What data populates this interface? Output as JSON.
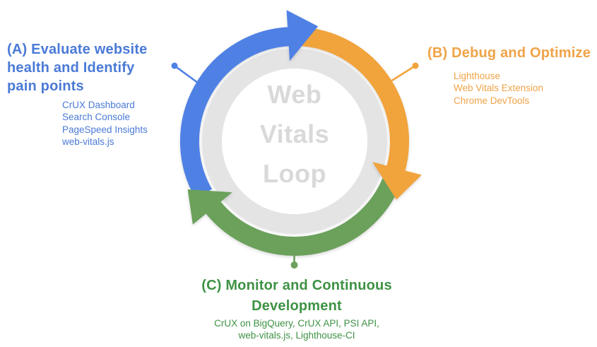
{
  "title": {
    "lines": [
      "Web",
      "Vitals",
      "Loop"
    ]
  },
  "sections": {
    "a": {
      "heading_lines": [
        "(A) Evaluate website",
        "health and Identify",
        "pain points"
      ],
      "tools": [
        "CrUX Dashboard",
        "Search Console",
        "PageSpeed Insights",
        "web-vitals.js"
      ]
    },
    "b": {
      "heading": "(B) Debug and Optimize",
      "tools": [
        "Lighthouse",
        "Web Vitals Extension",
        "Chrome DevTools"
      ]
    },
    "c": {
      "heading_lines": [
        "(C) Monitor and Continuous",
        "Development"
      ],
      "tools_lines": [
        "CrUX on BigQuery, CrUX API, PSI API,",
        "web-vitals.js, Lighthouse-CI"
      ]
    }
  },
  "colors": {
    "blue_arc": "#4F81E5",
    "orange_arc": "#F1A33C",
    "green_arc": "#6BA15B",
    "blue_text": "#4A7AD6",
    "orange_text": "#F0A347",
    "green_text": "#3E9245",
    "gray_ring": "#E4E4E4",
    "center_disc": "#FFFFFF",
    "center_text": "#D9D9D9"
  }
}
